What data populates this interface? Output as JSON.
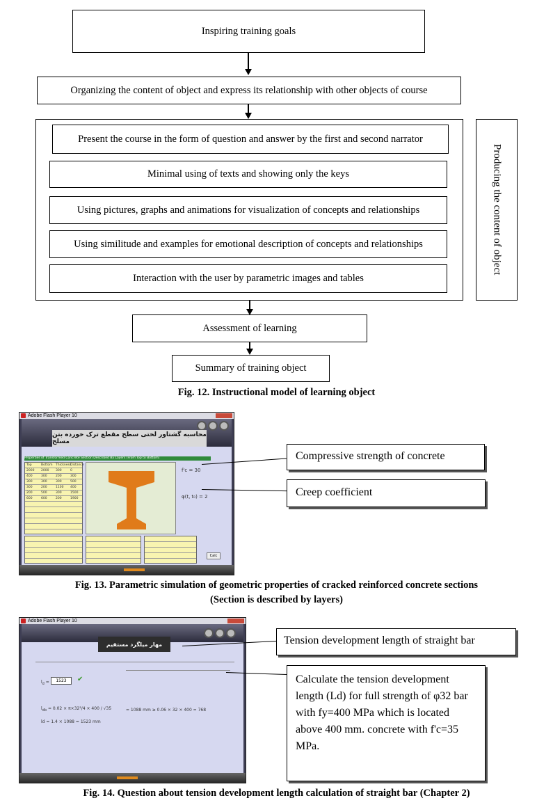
{
  "figure12": {
    "top": "Inspiring training goals",
    "organize": "Organizing the content of object and express its relationship with other objects of course",
    "items": [
      "Present the course in the form of question and answer by the first and second narrator",
      "Minimal using of texts and showing only the keys",
      "Using pictures, graphs and animations for visualization of concepts and relationships",
      "Using similitude and examples for emotional description of concepts and relationships",
      "Interaction with the user by parametric images and tables"
    ],
    "side": "Producing the content of object",
    "assessment": "Assessment of learning",
    "summary": "Summary of training object",
    "caption": "Fig. 12. Instructional model of learning object"
  },
  "figure13": {
    "app_title": "Adobe Flash Player 10",
    "screen_title": "محاسبه گشتاور لختی سطح مقطع ترک خورده بتن مسلح",
    "label_concrete": "Compressive strength of concrete",
    "label_creep": "Creep coefficient",
    "table_header": "Properties of Transformed Concrete Section Described By Layers (From Top to Bottom)",
    "concrete_columns": [
      "Top",
      "Bottom",
      "Thickness",
      "Distance"
    ],
    "concrete_rows": [
      [
        "2000",
        "2000",
        "300",
        "0"
      ],
      [
        "400",
        "300",
        "200",
        "300"
      ],
      [
        "300",
        "300",
        "300",
        "500"
      ],
      [
        "300",
        "200",
        "1100",
        "400"
      ],
      [
        "200",
        "500",
        "300",
        "1500"
      ],
      [
        "600",
        "600",
        "200",
        "1900"
      ]
    ],
    "fc_formula": "f'c = 30",
    "creep_formula": "φ(t, t₀) = 2",
    "calc_button": "Calc",
    "caption_line1": "Fig. 13. Parametric simulation of geometric properties of cracked reinforced concrete sections",
    "caption_line2": "(Section is described by layers)"
  },
  "figure14": {
    "app_title": "Adobe Flash Player 10",
    "screen_title": "مهار میلگرد مستقیم",
    "label_title": "Tension development length of straight bar",
    "label_question": "Calculate the tension development length (Ld) for full strength of φ32 bar with fy=400 MPa which is located above 400 mm. concrete with f'c=35 MPa.",
    "answer_value": "1523",
    "eq1": "= 1088 mm ≥ 0.06 × 32 × 400 = 768",
    "eq2": "ld = 1.4 × 1088 = 1523 mm",
    "caption": "Fig. 14. Question about tension development length calculation of straight bar (Chapter 2)"
  }
}
